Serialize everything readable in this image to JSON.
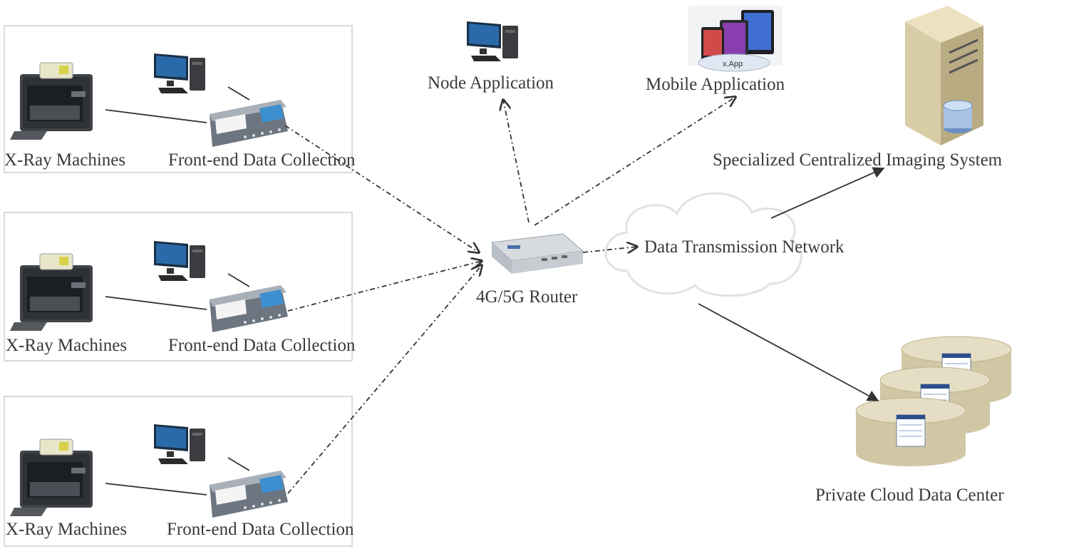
{
  "groups": [
    {
      "xray_label": "X-Ray Machines",
      "collection_label": "Front-end Data Collection"
    },
    {
      "xray_label": "X-Ray Machines",
      "collection_label": "Front-end Data Collection"
    },
    {
      "xray_label": "X-Ray Machines",
      "collection_label": "Front-end Data Collection"
    }
  ],
  "router": {
    "label": "4G/5G Router"
  },
  "node_app": {
    "label": "Node Application"
  },
  "mobile_app": {
    "label": "Mobile Application",
    "badge": "x.App"
  },
  "network": {
    "label": "Data Transmission Network"
  },
  "imaging": {
    "label": "Specialized Centralized Imaging System"
  },
  "datacenter": {
    "label": "Private Cloud Data Center"
  },
  "icons": [
    "xray-machine-icon",
    "computer-icon",
    "data-collector-icon",
    "router-icon",
    "cloud-icon",
    "server-icon",
    "database-icon",
    "mobile-devices-icon"
  ]
}
